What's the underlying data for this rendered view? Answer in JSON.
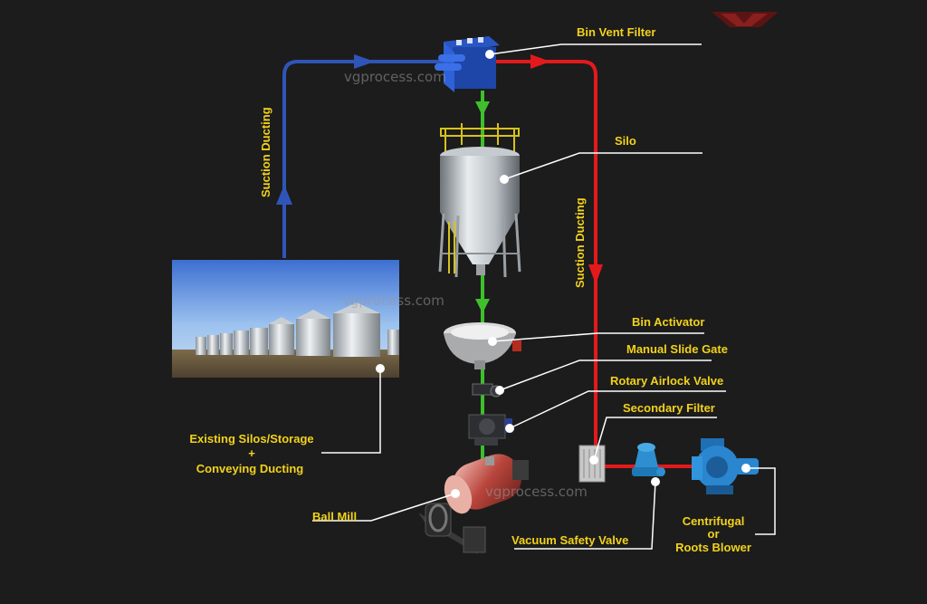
{
  "labels": {
    "bin_vent_filter": "Bin Vent Filter",
    "silo": "Silo",
    "bin_activator": "Bin Activator",
    "manual_slide_gate": "Manual Slide Gate",
    "rotary_airlock_valve": "Rotary Airlock Valve",
    "secondary_filter": "Secondary Filter",
    "existing_silos_line1": "Existing Silos/Storage",
    "existing_silos_line2": "+",
    "existing_silos_line3": "Conveying Ducting",
    "ball_mill": "Ball Mill",
    "vacuum_safety_valve": "Vacuum Safety Valve",
    "blower_line1": "Centrifugal",
    "blower_line2": "or",
    "blower_line3": "Roots Blower",
    "suction_ducting_left": "Suction Ducting",
    "suction_ducting_right": "Suction Ducting"
  },
  "watermarks": [
    "vgprocess.com",
    "vgprocess.com",
    "vgprocess.com"
  ],
  "colors": {
    "background": "#1c1c1c",
    "label_text": "#f2d21a",
    "suction_blue": "#2f55b8",
    "return_red": "#e3191c",
    "material_green": "#3fbf2c",
    "leader_white": "#ffffff",
    "logo_red": "#7a1a1a"
  },
  "icons": [
    "bin-vent-filter-icon",
    "silo-icon",
    "bin-activator-icon",
    "slide-gate-icon",
    "rotary-airlock-icon",
    "ball-mill-icon",
    "secondary-filter-icon",
    "vacuum-safety-valve-icon",
    "blower-icon",
    "logo-icon"
  ]
}
